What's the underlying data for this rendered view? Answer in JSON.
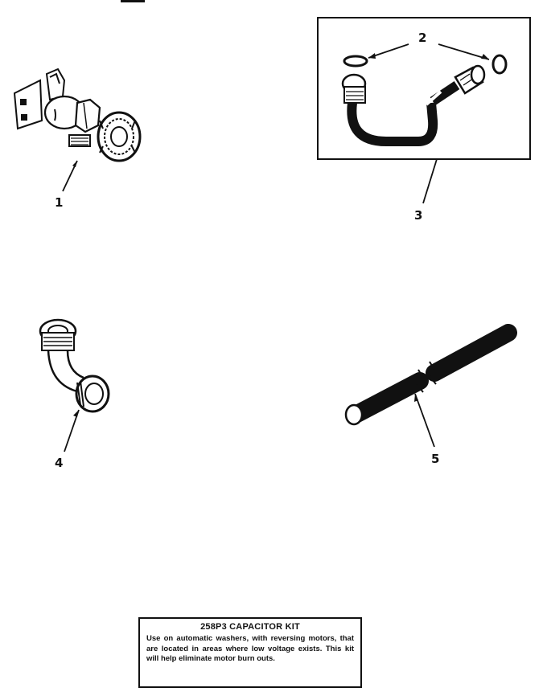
{
  "callouts": {
    "part1": "1",
    "part2": "2",
    "part3": "3",
    "part4": "4",
    "part5": "5"
  },
  "kit": {
    "title": "258P3 CAPACITOR KIT",
    "description": "Use on automatic washers, with reversing motors, that are located in areas where low voltage exists. This kit will help eliminate motor burn outs."
  }
}
